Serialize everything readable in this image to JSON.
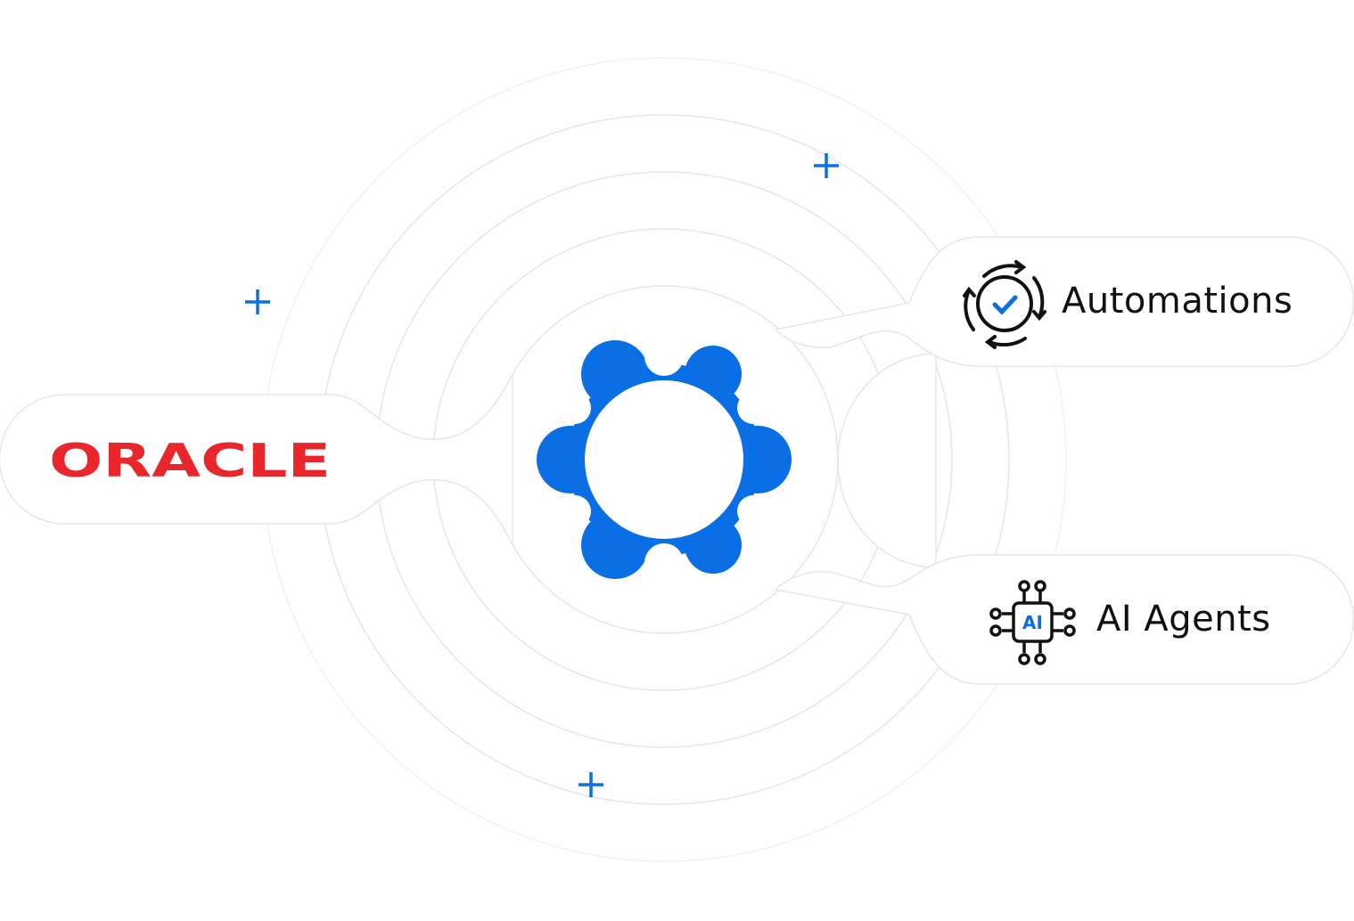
{
  "source": {
    "name": "Oracle",
    "logo_text": "ORACLE",
    "color": "#e8262b"
  },
  "hub": {
    "icon": "platform-gear-logo",
    "color": "#0a6fe4"
  },
  "targets": [
    {
      "label": "Automations",
      "icon": "automation-cycle-check-icon"
    },
    {
      "label": "AI Agents",
      "icon": "ai-chip-icon",
      "icon_text": "AI"
    }
  ],
  "colors": {
    "accent": "#0a6fe4",
    "ring": "#e3e6ee",
    "text": "#111111"
  }
}
